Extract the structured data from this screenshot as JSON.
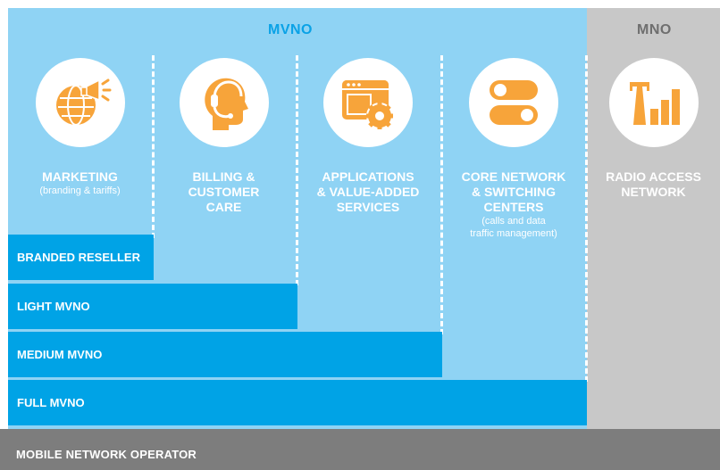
{
  "headers": {
    "mvno": "MVNO",
    "mno": "MNO"
  },
  "columns": [
    {
      "title_lines": [
        "MARKETING"
      ],
      "subtitle_lines": [
        "(branding & tariffs)"
      ],
      "icon": "globe-megaphone-icon"
    },
    {
      "title_lines": [
        "BILLING &",
        "CUSTOMER",
        "CARE"
      ],
      "subtitle_lines": [],
      "icon": "support-agent-headset-icon"
    },
    {
      "title_lines": [
        "APPLICATIONS",
        "& VALUE-ADDED",
        "SERVICES"
      ],
      "subtitle_lines": [],
      "icon": "app-window-gear-icon"
    },
    {
      "title_lines": [
        "CORE NETWORK",
        "& SWITCHING",
        "CENTERS"
      ],
      "subtitle_lines": [
        "(calls and data",
        "traffic management)"
      ],
      "icon": "switches-toggle-icon"
    },
    {
      "title_lines": [
        "RADIO ACCESS",
        "NETWORK"
      ],
      "subtitle_lines": [],
      "icon": "antenna-signal-bars-icon"
    }
  ],
  "tiers": [
    {
      "label": "BRANDED RESELLER"
    },
    {
      "label": "LIGHT MVNO"
    },
    {
      "label": "MEDIUM MVNO"
    },
    {
      "label": "FULL MVNO"
    }
  ],
  "operator": {
    "label": "MOBILE NETWORK OPERATOR"
  },
  "colors": {
    "mvno_bg": "#8fd3f4",
    "mno_bg": "#c8c8c8",
    "tier_bar": "#00a3e6",
    "icon_orange": "#f7a43a",
    "operator_bar": "#7d7d7d",
    "mvno_header": "#0aa2e6",
    "mno_header": "#6f6f6f"
  }
}
